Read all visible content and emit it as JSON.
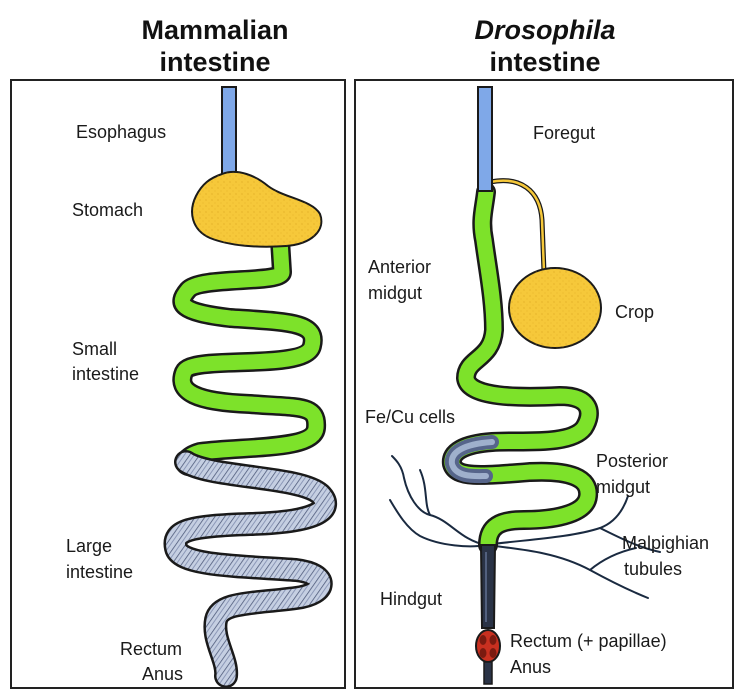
{
  "titles": {
    "left": {
      "line1": "Mammalian",
      "line2": "intestine"
    },
    "right": {
      "line1": "Drosophila",
      "line2": "intestine"
    }
  },
  "left_labels": {
    "esophagus": "Esophagus",
    "stomach": "Stomach",
    "small_intestine_1": "Small",
    "small_intestine_2": "intestine",
    "large_intestine_1": "Large",
    "large_intestine_2": "intestine",
    "rectum": "Rectum",
    "anus": "Anus"
  },
  "right_labels": {
    "foregut": "Foregut",
    "anterior_midgut_1": "Anterior",
    "anterior_midgut_2": "midgut",
    "crop": "Crop",
    "fecu_cells": "Fe/Cu cells",
    "posterior_midgut_1": "Posterior",
    "posterior_midgut_2": "midgut",
    "malpighian_1": "Malpighian",
    "malpighian_2": "tubules",
    "hindgut": "Hindgut",
    "rectum": "Rectum (+ papillae)",
    "anus": "Anus"
  },
  "colors": {
    "esophagus": "#7fa8e8",
    "stomach": "#f6c83a",
    "midgut": "#7de22a",
    "large_intestine": "#b8c4dc",
    "hindgut": "#2a3346",
    "rectum": "#c83020",
    "outline": "#1a1a1a"
  }
}
